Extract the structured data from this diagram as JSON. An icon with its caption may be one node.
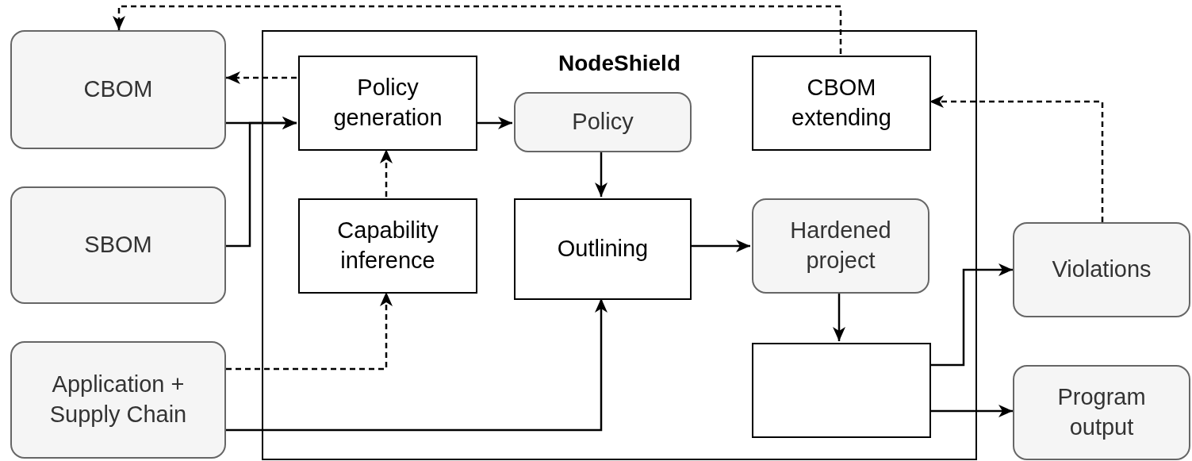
{
  "diagram": {
    "nodes": [
      {
        "text": [
          "CBOM"
        ]
      },
      {
        "text": [
          "SBOM"
        ]
      },
      {
        "text": [
          "Application + Supply Chain"
        ]
      },
      {
        "text": [
          "NodeShield"
        ]
      },
      {
        "text": [
          "Policy generation"
        ],
        "in": 3
      },
      {
        "text": [
          "Policy"
        ],
        "in": 3
      },
      {
        "text": [
          "CBOM extending"
        ],
        "in": 3
      },
      {
        "text": [
          "Capability inference"
        ],
        "in": 3
      },
      {
        "text": [
          "Outlining"
        ],
        "in": 3
      },
      {
        "text": [
          "Hardened project"
        ],
        "in": 3
      },
      {
        "text": [],
        "shape": "box",
        "in": 3
      },
      {
        "text": [
          "Violations"
        ]
      },
      {
        "text": [
          "Program output"
        ]
      }
    ],
    "edges": [
      {
        "from": 6,
        "to": 0,
        "arrow": "to",
        "style": "dashed"
      },
      {
        "from": 4,
        "to": 0,
        "arrow": "to",
        "style": "dashed"
      },
      {
        "from": 0,
        "to": 4,
        "arrow": "to"
      },
      {
        "from": 1,
        "to": 4,
        "arrow": "to"
      },
      {
        "from": 4,
        "to": 5,
        "arrow": "to"
      },
      {
        "from": 7,
        "to": 4,
        "arrow": "to",
        "style": "dashed"
      },
      {
        "from": 5,
        "to": 8,
        "arrow": "to"
      },
      {
        "from": 2,
        "to": 7,
        "arrow": "to",
        "style": "dashed"
      },
      {
        "from": 2,
        "to": 8,
        "arrow": "to"
      },
      {
        "from": 8,
        "to": 9,
        "arrow": "to"
      },
      {
        "from": 9,
        "to": 10,
        "arrow": "to"
      },
      {
        "from": 10,
        "to": 11,
        "arrow": "to"
      },
      {
        "from": 10,
        "to": 12,
        "arrow": "to"
      },
      {
        "from": 11,
        "to": 6,
        "arrow": "to",
        "style": "dashed"
      }
    ]
  }
}
